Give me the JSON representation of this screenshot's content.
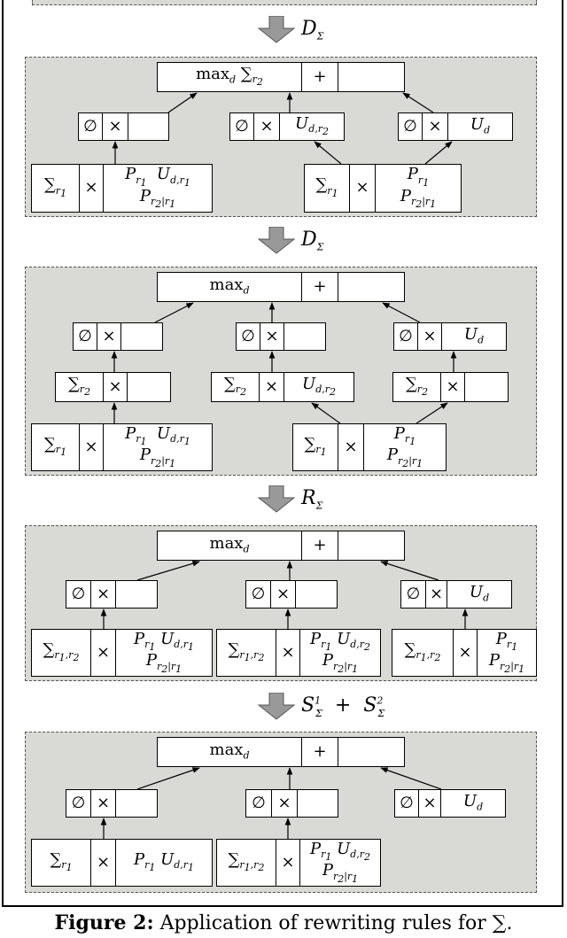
{
  "rules": [
    {
      "label": "DΣ"
    },
    {
      "label": "DΣ"
    },
    {
      "label": "RΣ"
    },
    {
      "label": "SΣ¹ + SΣ²"
    }
  ],
  "symbols": {
    "empty": "∅",
    "times": "×",
    "plus": "+",
    "max_d": "max_d",
    "sum": "∑"
  },
  "panels": [
    {
      "root": "max_d ∑_{r2}",
      "cells": [
        "∅",
        "×",
        "∅",
        "×",
        "U_{d,r2}",
        "∅",
        "×",
        "U_d",
        "∑_{r1}",
        "×",
        "P_{r1} U_{d,r1}",
        "P_{r2|r1}",
        "∑_{r1}",
        "×",
        "P_{r1}",
        "P_{r2|r1}"
      ]
    },
    {
      "root": "max_d",
      "cells": [
        "∅",
        "×",
        "∅",
        "×",
        "∅",
        "×",
        "U_d",
        "∑_{r2}",
        "×",
        "∑_{r2}",
        "×",
        "U_{d,r2}",
        "∑_{r2}",
        "×",
        "∑_{r1}",
        "×",
        "P_{r1} U_{d,r1}",
        "P_{r2|r1}",
        "∑_{r1}",
        "×",
        "P_{r1}",
        "P_{r2|r1}"
      ]
    },
    {
      "root": "max_d",
      "cells": [
        "∅",
        "×",
        "∅",
        "×",
        "∅",
        "×",
        "U_d",
        "∑_{r1,r2}",
        "×",
        "P_{r1} U_{d,r1}",
        "P_{r2|r1}",
        "∑_{r1,r2}",
        "×",
        "P_{r1} U_{d,r2}",
        "P_{r2|r1}",
        "∑_{r1,r2}",
        "×",
        "P_{r1}",
        "P_{r2|r1}"
      ]
    },
    {
      "root": "max_d",
      "cells": [
        "∅",
        "×",
        "∅",
        "×",
        "∅",
        "×",
        "U_d",
        "∑_{r1}",
        "×",
        "P_{r1} U_{d,r1}",
        "∑_{r1,r2}",
        "×",
        "P_{r1} U_{d,r2}",
        "P_{r2|r1}"
      ]
    }
  ],
  "caption": {
    "label": "Figure 2:",
    "text": "Application of rewriting rules for ∑."
  }
}
